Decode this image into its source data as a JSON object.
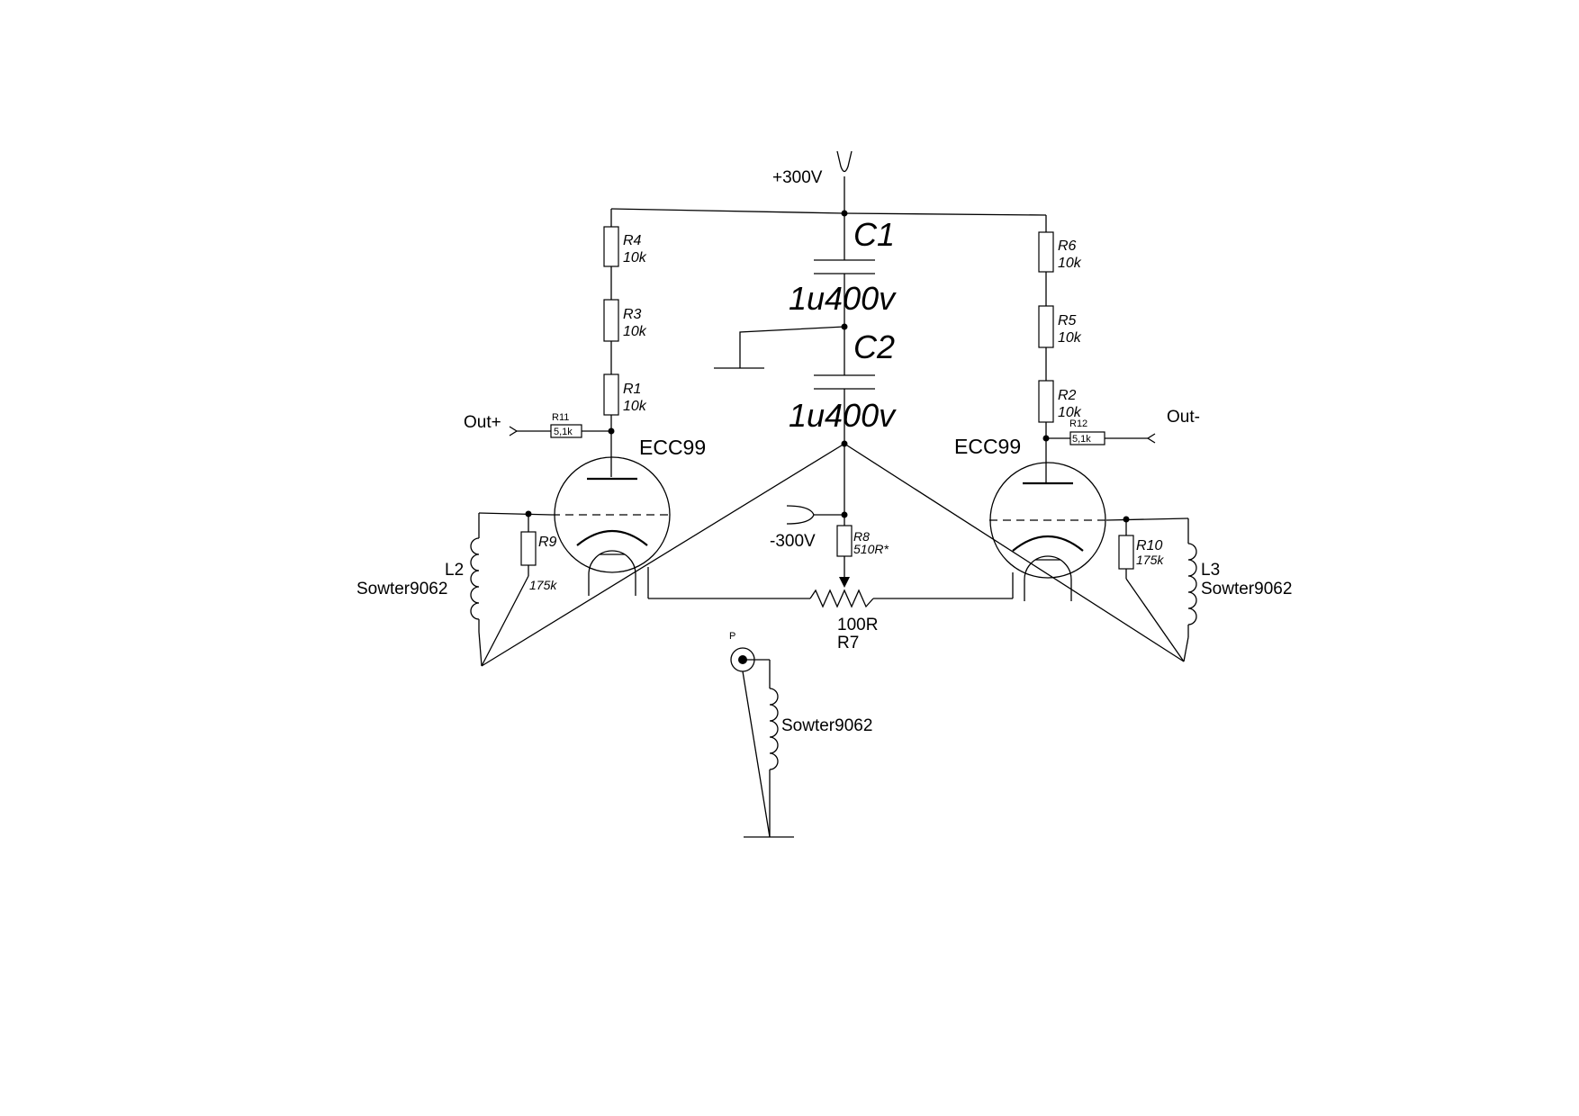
{
  "supply": {
    "positive": "+300V",
    "negative": "-300V"
  },
  "outputs": {
    "plus": "Out+",
    "minus": "Out-"
  },
  "capacitors": [
    {
      "ref": "C1",
      "value": "1u400v"
    },
    {
      "ref": "C2",
      "value": "1u400v"
    }
  ],
  "resistors": {
    "r1": {
      "ref": "R1",
      "value": "10k"
    },
    "r2": {
      "ref": "R2",
      "value": "10k"
    },
    "r3": {
      "ref": "R3",
      "value": "10k"
    },
    "r4": {
      "ref": "R4",
      "value": "10k"
    },
    "r5": {
      "ref": "R5",
      "value": "10k"
    },
    "r6": {
      "ref": "R6",
      "value": "10k"
    },
    "r8": {
      "ref": "R8",
      "value": "510R*"
    },
    "r9": {
      "ref": "R9",
      "value": "175k"
    },
    "r10": {
      "ref": "R10",
      "value": "175k"
    },
    "r11": {
      "ref": "R11",
      "value": "5,1k"
    },
    "r12": {
      "ref": "R12",
      "value": "5,1k"
    }
  },
  "potentiometer": {
    "ref": "R7",
    "value": "100R"
  },
  "tubes": {
    "left": "ECC99",
    "right": "ECC99"
  },
  "inductors": {
    "l2": {
      "ref": "L2",
      "value": "Sowter9062"
    },
    "l3": {
      "ref": "L3",
      "value": "Sowter9062"
    },
    "input": {
      "value": "Sowter9062"
    }
  },
  "input_connector": {
    "label": "P"
  }
}
